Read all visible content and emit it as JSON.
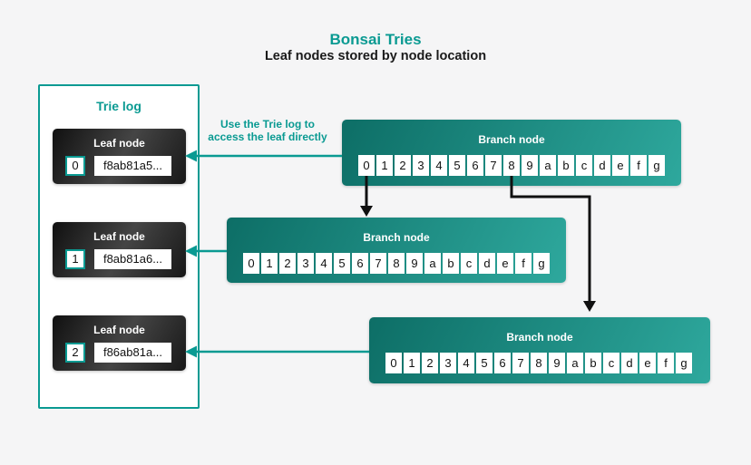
{
  "header": {
    "title": "Bonsai Tries",
    "subtitle": "Leaf nodes stored by node location"
  },
  "annotation": {
    "line1": "Use the Trie log to",
    "line2": "access the leaf directly"
  },
  "trie_log": {
    "title": "Trie log",
    "leaves": [
      {
        "label": "Leaf node",
        "index": "0",
        "hash": "f8ab81a5..."
      },
      {
        "label": "Leaf node",
        "index": "1",
        "hash": "f8ab81a6..."
      },
      {
        "label": "Leaf node",
        "index": "2",
        "hash": "f86ab81a..."
      }
    ]
  },
  "branches": [
    {
      "label": "Branch node",
      "cells": [
        "0",
        "1",
        "2",
        "3",
        "4",
        "5",
        "6",
        "7",
        "8",
        "9",
        "a",
        "b",
        "c",
        "d",
        "e",
        "f",
        "g"
      ]
    },
    {
      "label": "Branch node",
      "cells": [
        "0",
        "1",
        "2",
        "3",
        "4",
        "5",
        "6",
        "7",
        "8",
        "9",
        "a",
        "b",
        "c",
        "d",
        "e",
        "f",
        "g"
      ]
    },
    {
      "label": "Branch node",
      "cells": [
        "0",
        "1",
        "2",
        "3",
        "4",
        "5",
        "6",
        "7",
        "8",
        "9",
        "a",
        "b",
        "c",
        "d",
        "e",
        "f",
        "g"
      ]
    }
  ],
  "colors": {
    "accent": "#0a9a92",
    "background": "#f5f5f6",
    "branch_gradient_start": "#0d6e66",
    "branch_gradient_end": "#2ea89d",
    "leaf_gradient_start": "#101010",
    "leaf_gradient_mid": "#454545",
    "leaf_gradient_end": "#181818",
    "arrow_black": "#111111",
    "cell_background": "#ffffff"
  }
}
